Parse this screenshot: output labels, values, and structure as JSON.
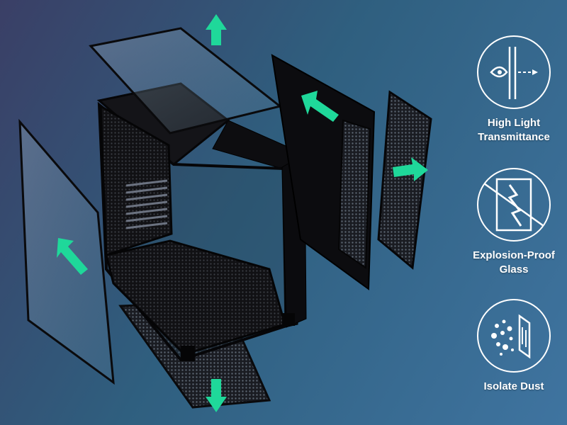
{
  "colors": {
    "background_left": "#3a3f66",
    "background_right": "#3f74a0",
    "arrow_green": "#1fd89a",
    "case_black": "#0d0d10",
    "icon_white": "#ffffff"
  },
  "features": [
    {
      "label_line1": "High Light",
      "label_line2": "Transmittance",
      "icon": "eye-light-through-glass-icon"
    },
    {
      "label_line1": "Explosion-Proof",
      "label_line2": "Glass",
      "icon": "shatter-proof-glass-icon"
    },
    {
      "label_line1": "Isolate Dust",
      "label_line2": "",
      "icon": "dust-filter-icon"
    }
  ],
  "product": {
    "description_icon": "exploded-pc-case-illustration"
  }
}
